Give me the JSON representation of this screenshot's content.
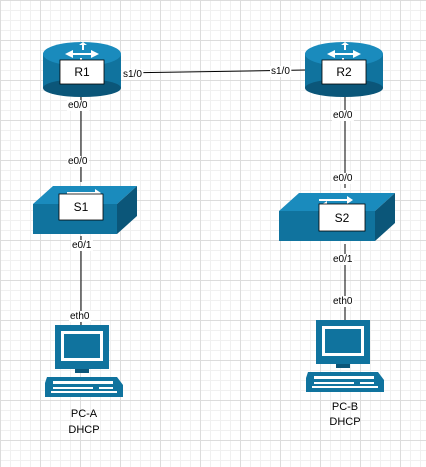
{
  "colors": {
    "device": "#10739e",
    "device_dark": "#0b5679",
    "link": "#000000"
  },
  "nodes": {
    "r1": {
      "name": "R1",
      "icon": "router-icon"
    },
    "r2": {
      "name": "R2",
      "icon": "router-icon"
    },
    "s1": {
      "name": "S1",
      "icon": "switch-icon"
    },
    "s2": {
      "name": "S2",
      "icon": "switch-icon"
    },
    "pca": {
      "name": "PC-A",
      "note": "DHCP",
      "icon": "pc-icon"
    },
    "pcb": {
      "name": "PC-B",
      "note": "DHCP",
      "icon": "pc-icon"
    }
  },
  "links": [
    {
      "id": "r1-r2",
      "from_port": "s1/0",
      "to_port": "s1/0"
    },
    {
      "id": "r1-s1",
      "from_port": "e0/0",
      "to_port": "e0/0"
    },
    {
      "id": "s1-pca",
      "from_port": "e0/1",
      "to_port": "eth0"
    },
    {
      "id": "r2-s2",
      "from_port": "e0/0",
      "to_port": "e0/0"
    },
    {
      "id": "s2-pcb",
      "from_port": "e0/1",
      "to_port": "eth0"
    }
  ]
}
